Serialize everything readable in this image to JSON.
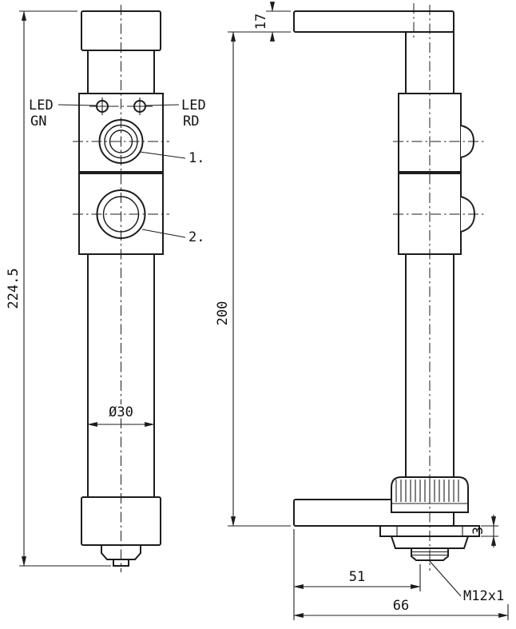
{
  "drawing": {
    "type": "technical-dimension-drawing",
    "views": [
      "front-view",
      "side-view"
    ],
    "colors": {
      "line": "#1c1c1c",
      "background": "#ffffff"
    }
  },
  "labels": {
    "overall_height": "224.5",
    "led_green_line1": "LED",
    "led_green_line2": "GN",
    "led_red_line1": "LED",
    "led_red_line2": "RD",
    "window1": "1.",
    "window2": "2.",
    "tube_diameter": "Ø30",
    "body_length": "200",
    "bracket_thickness": "17",
    "locknut_thickness": "3",
    "gland_offset": "51",
    "bracket_length": "66",
    "thread_size": "M12x1"
  }
}
